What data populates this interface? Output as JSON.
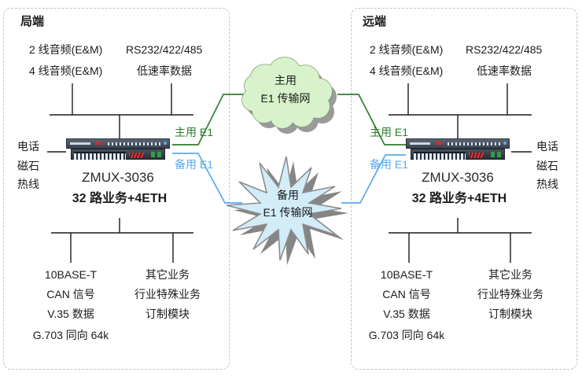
{
  "colors": {
    "primary_green": "#2e7d2e",
    "backup_blue": "#58aaf2",
    "cloud_fill": "#d8f3cb",
    "cloud_stroke": "#85a179",
    "star_fill": "#d2edf8",
    "star_stroke": "#8c8c8c",
    "star_shadow": "#858585",
    "shadow_grey": "#9a9a9a",
    "line_black": "#1a1a1a",
    "panel_border": "#c4c4c4"
  },
  "left_panel": {
    "title": "局端",
    "audio_2w": "2 线音频(E&M)",
    "audio_4w": "4 线音频(E&M)",
    "serial": "RS232/422/485",
    "low_speed": "低速率数据",
    "phone": "电话",
    "magneto": "磁石",
    "hotline": "热线",
    "device_model": "ZMUX-3036",
    "device_caption": "32 路业务+4ETH",
    "service_1": "10BASE-T",
    "service_2": "CAN 信号",
    "service_3": "V.35 数据",
    "service_4": "G.703 同向 64k",
    "other_1": "其它业务",
    "other_2": "行业特殊业务",
    "other_3": "订制模块",
    "primary_e1": "主用 E1",
    "backup_e1": "备用 E1"
  },
  "right_panel": {
    "title": "远端",
    "audio_2w": "2 线音频(E&M)",
    "audio_4w": "4 线音频(E&M)",
    "serial": "RS232/422/485",
    "low_speed": "低速率数据",
    "phone": "电话",
    "magneto": "磁石",
    "hotline": "热线",
    "device_model": "ZMUX-3036",
    "device_caption": "32 路业务+4ETH",
    "service_1": "10BASE-T",
    "service_2": "CAN 信号",
    "service_3": "V.35 数据",
    "service_4": "G.703 同向 64k",
    "other_1": "其它业务",
    "other_2": "行业特殊业务",
    "other_3": "订制模块",
    "primary_e1": "主用 E1",
    "backup_e1": "备用 E1"
  },
  "primary_network": {
    "name": "主用",
    "type": "E1 传输网"
  },
  "backup_network": {
    "name": "备用",
    "type": "E1 传输网"
  }
}
